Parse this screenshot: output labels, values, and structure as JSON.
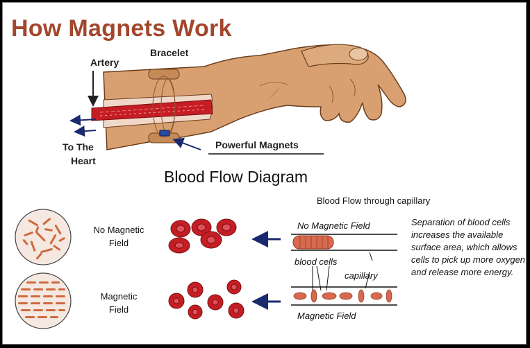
{
  "title": "How Magnets Work",
  "labels": {
    "bracelet": "Bracelet",
    "artery": "Artery",
    "to_the_heart_line1": "To The",
    "to_the_heart_line2": "Heart",
    "powerful_magnets": "Powerful Magnets"
  },
  "diagram_title": "Blood Flow Diagram",
  "capillary_section": {
    "title": "Blood Flow through capillary",
    "no_magnetic_field": "No Magnetic Field",
    "magnetic_field": "Magnetic Field",
    "blood_cells": "blood cells",
    "capillary": "capillary"
  },
  "rows": {
    "no_field_line1": "No Magnetic",
    "no_field_line2": "Field",
    "field_line1": "Magnetic",
    "field_line2": "Field"
  },
  "explanation": "Separation of blood cells increases the available surface area, which allows cells to pick up more oxygen and release more energy.",
  "colors": {
    "title": "#a3462c",
    "skin": "#d8a070",
    "skin_dark": "#a86a40",
    "blood": "#c41e24",
    "arrow": "#1a2a6e"
  }
}
